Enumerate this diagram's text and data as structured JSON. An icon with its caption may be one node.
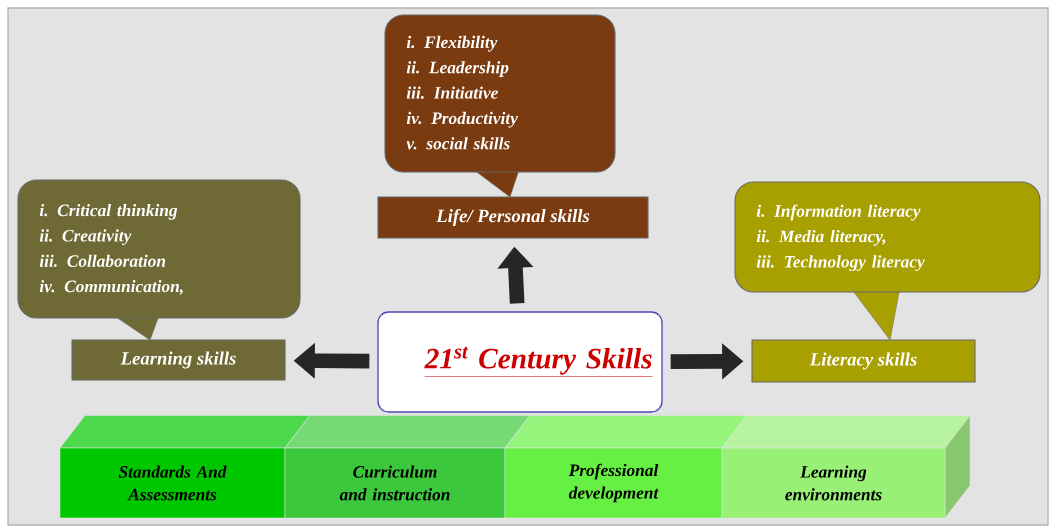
{
  "diagram": {
    "nodes": [
      {
        "text": [
          "21$^{st}$ Century Skills"
        ]
      },
      {
        "text": [
          "i. Flexibility",
          "ii. Leadership",
          "iii. Initiative",
          "iv. Productivity",
          "v. social skills"
        ]
      },
      {
        "text": [
          "Life/ Personal skills"
        ]
      },
      {
        "text": [
          "i.   Critical thinking",
          "ii.  Creativity",
          "iii. Collaboration",
          "iv. Communication,"
        ]
      },
      {
        "text": [
          "Learning skills"
        ]
      },
      {
        "text": [
          "i.   Information literacy",
          "ii.  Media literacy,",
          "iii. Technology literacy"
        ]
      },
      {
        "text": [
          "Literacy skills"
        ]
      },
      {
        "text": [
          "Standards And Assessments"
        ]
      },
      {
        "text": [
          "Curriculum and instruction"
        ]
      },
      {
        "text": [
          "Professional development"
        ]
      },
      {
        "text": [
          "Learning environments"
        ]
      }
    ],
    "edges": [
      {
        "from": 0,
        "to": 2,
        "arrow": "to"
      },
      {
        "from": 0,
        "to": 4,
        "arrow": "to"
      },
      {
        "from": 0,
        "to": 6,
        "arrow": "to"
      }
    ]
  }
}
